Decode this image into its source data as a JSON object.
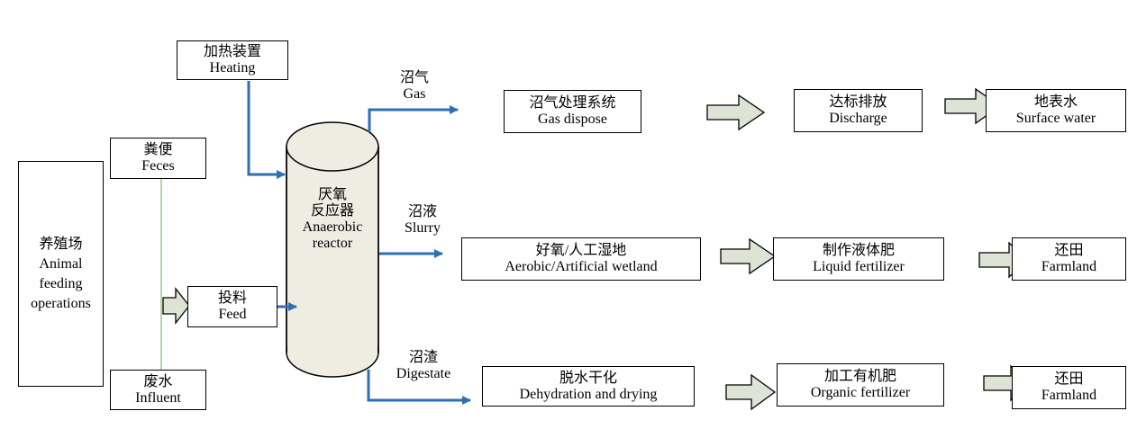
{
  "colors": {
    "flow": "#2e6fb4",
    "hollow_arrow_fill": "#dde3d5",
    "reactor_fill": "#efece2",
    "connector": "#b7d3a6"
  },
  "nodes": {
    "farm": {
      "zh": "养殖场",
      "en1": "Animal",
      "en2": "feeding",
      "en3": "operations"
    },
    "heating": {
      "zh": "加热装置",
      "en": "Heating"
    },
    "feces": {
      "zh": "粪便",
      "en": "Feces"
    },
    "influent": {
      "zh": "废水",
      "en": "Influent"
    },
    "feed": {
      "zh": "投料",
      "en": "Feed"
    },
    "reactor": {
      "zh1": "厌氧",
      "zh2": "反应器",
      "en1": "Anaerobic",
      "en2": "reactor"
    },
    "gas_dispose": {
      "zh": "沼气处理系统",
      "en": "Gas dispose"
    },
    "discharge": {
      "zh": "达标排放",
      "en": "Discharge"
    },
    "surface_water": {
      "zh": "地表水",
      "en": "Surface water"
    },
    "wetland": {
      "zh": "好氧/人工湿地",
      "en": "Aerobic/Artificial wetland"
    },
    "liquid_fertilizer": {
      "zh": "制作液体肥",
      "en": "Liquid fertilizer"
    },
    "farmland_1": {
      "zh": "还田",
      "en": "Farmland"
    },
    "dehydration": {
      "zh": "脱水干化",
      "en": "Dehydration and drying"
    },
    "organic_fertilizer": {
      "zh": "加工有机肥",
      "en": "Organic fertilizer"
    },
    "farmland_2": {
      "zh": "还田",
      "en": "Farmland"
    }
  },
  "outputs": {
    "gas": {
      "zh": "沼气",
      "en": "Gas"
    },
    "slurry": {
      "zh": "沼液",
      "en": "Slurry"
    },
    "digestate": {
      "zh": "沼渣",
      "en": "Digestate"
    }
  }
}
